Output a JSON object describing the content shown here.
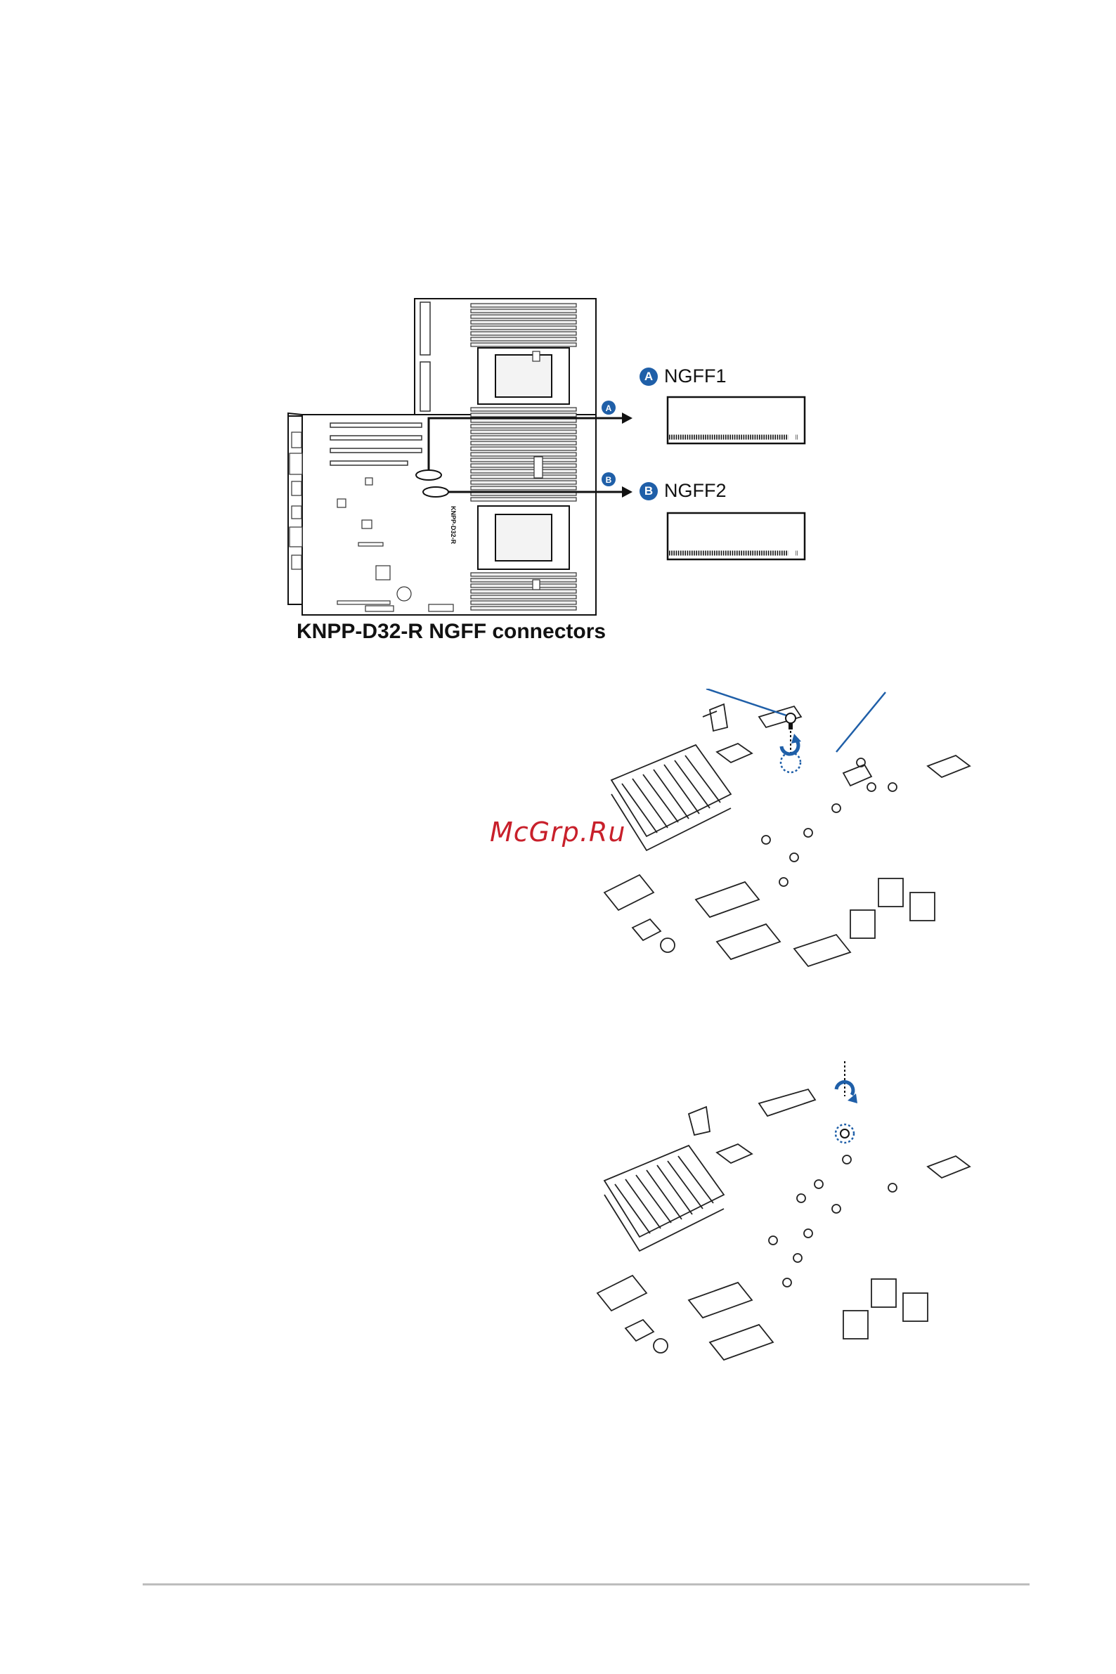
{
  "diagram": {
    "board_model_label": "KNPP-D32-R",
    "caption": "KNPP-D32-R NGFF connectors",
    "connectors": [
      {
        "badge": "A",
        "label": "NGFF1"
      },
      {
        "badge": "B",
        "label": "NGFF2"
      }
    ]
  },
  "watermark": "McGrp.Ru",
  "colors": {
    "accent": "#1f5fa8",
    "watermark": "#c8202b",
    "line": "#111111"
  }
}
